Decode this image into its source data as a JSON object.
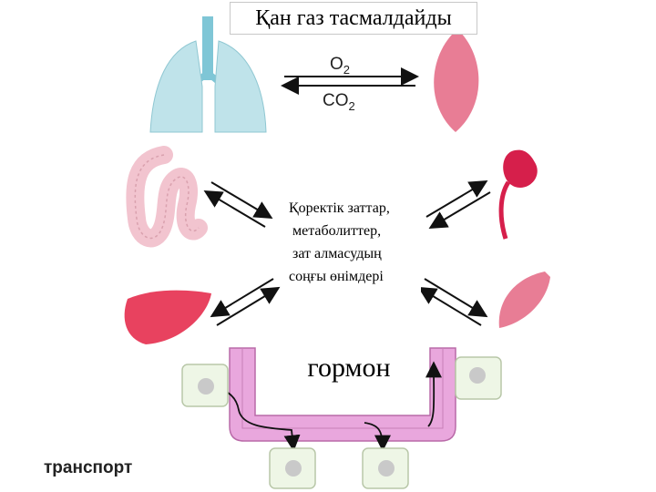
{
  "title": "Қан газ тасмалдайды",
  "gases": {
    "o2": "O2",
    "co2": "CO2"
  },
  "center_lines": [
    "Қоректік заттар,",
    "метаболиттер,",
    "зат алмасудың",
    "соңғы өнімдері"
  ],
  "hormone": "гормон",
  "transport": "транспорт",
  "colors": {
    "lung": "#bfe3ea",
    "trachea": "#7fc6d6",
    "muscle": "#e87d95",
    "liver": "#e8425f",
    "kidney": "#d61f4b",
    "intestine": "#f2c4cf",
    "vessel": "#e9a7dd",
    "cell": "#eef6e6"
  },
  "icons": [
    "lungs-icon",
    "muscle-icon",
    "intestine-icon",
    "kidney-icon",
    "liver-icon",
    "muscle-icon",
    "blood-vessel-icon",
    "cell-icon"
  ]
}
